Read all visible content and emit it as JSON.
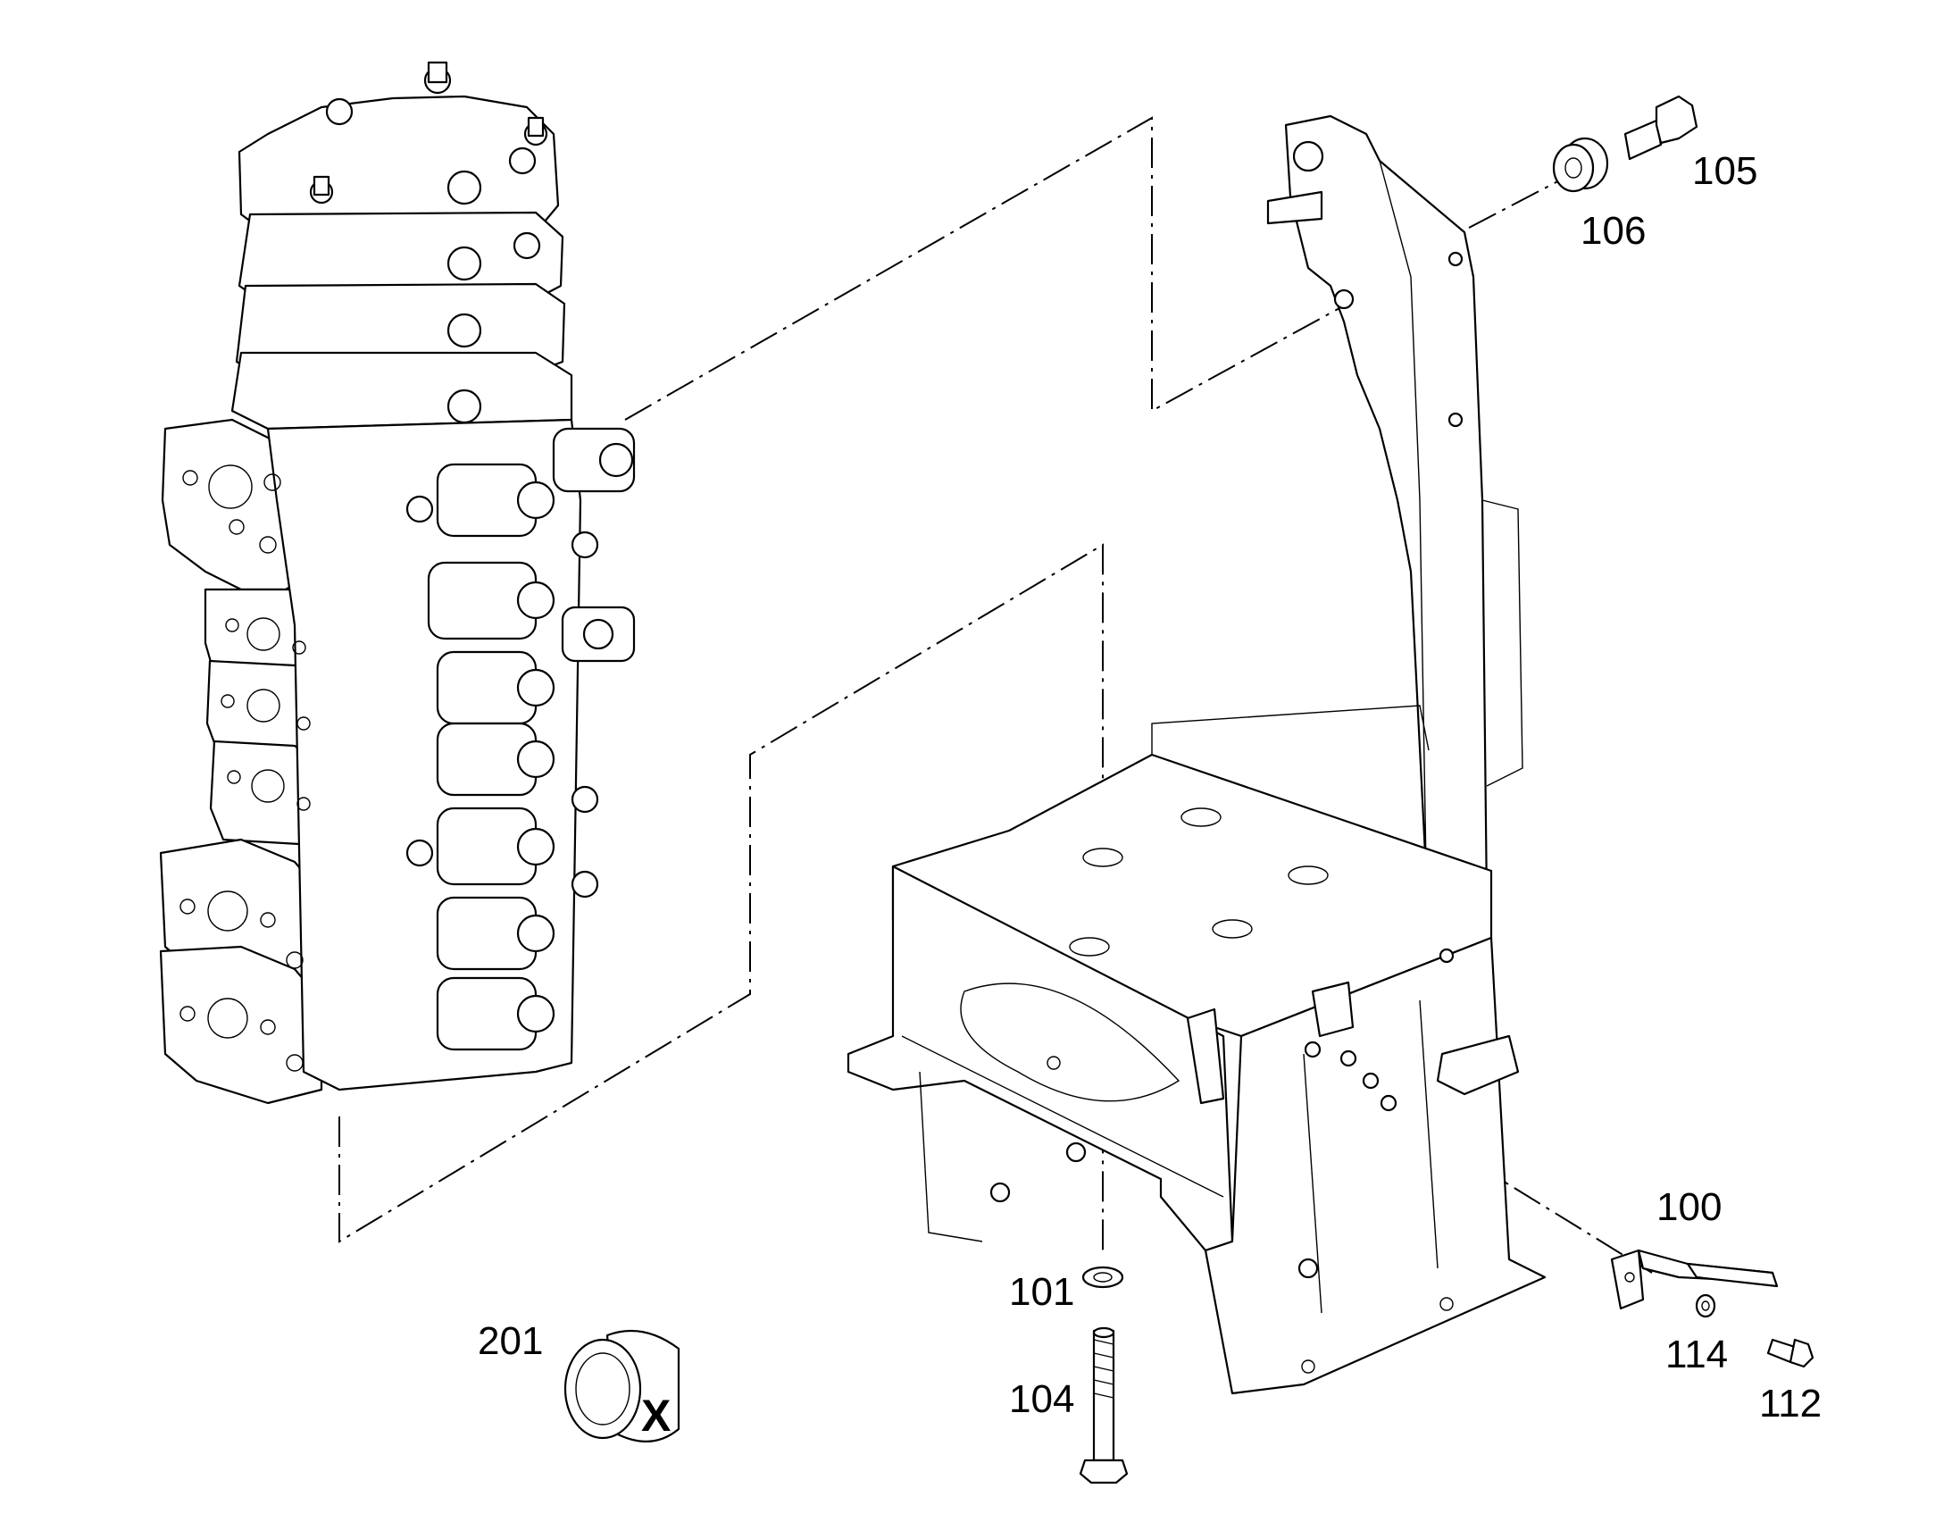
{
  "diagram": {
    "callouts": [
      {
        "id": "100",
        "label": "100"
      },
      {
        "id": "101",
        "label": "101"
      },
      {
        "id": "104",
        "label": "104"
      },
      {
        "id": "105",
        "label": "105"
      },
      {
        "id": "106",
        "label": "106"
      },
      {
        "id": "112",
        "label": "112"
      },
      {
        "id": "114",
        "label": "114"
      },
      {
        "id": "201",
        "label": "201"
      }
    ],
    "parts": {
      "valve_block": "hydraulic-control-valve",
      "frame": "mounting-frame",
      "bolt_104": "long-bolt",
      "washer_101": "washer",
      "bolt_105": "bolt",
      "spacer_106": "spacer",
      "bracket_100": "bracket",
      "washer_114": "washer",
      "bolt_112": "bolt",
      "cap_201": "cap-with-x-mark"
    },
    "cap_mark": "X"
  }
}
